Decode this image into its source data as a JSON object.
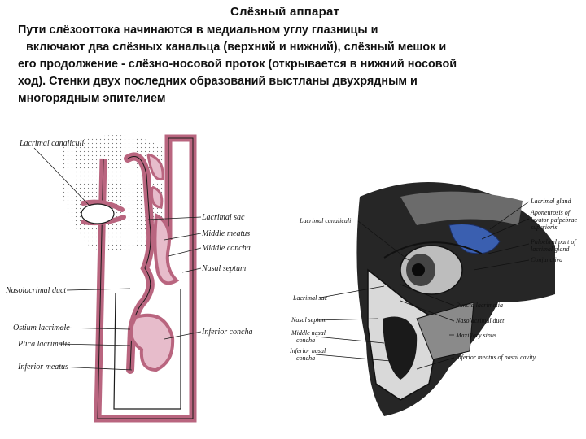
{
  "title": "Слёзный аппарат",
  "paragraph_lines": [
    "Пути слёзооттока  начинаются в медиальном углу глазницы и",
    "включают два слёзных канальца (верхний и нижний), слёзный мешок и",
    "его продолжение - слёзно-носовой проток (открывается в нижний носовой",
    "ход). Стенки двух последних образований выстланы двухрядным и",
    "многорядным эпителием"
  ],
  "left_figure": {
    "labels": {
      "lacrimal_canaliculi": "Lacrimal canaliculi",
      "lacrimal_sac": "Lacrimal sac",
      "middle_meatus": "Middle meatus",
      "middle_concha": "Middle concha",
      "nasolacrimal_duct": "Nasolacrimal duct",
      "nasal_septum": "Nasal septum",
      "ostium_lacrimale": "Ostium lacrimale",
      "inferior_concha": "Inferior concha",
      "plica_lacrimalis": "Plica lacrimalis",
      "inferior_meatus": "Inferior meatus"
    },
    "colors": {
      "tissue": "#b9657f",
      "tissue_light": "#e7bccb",
      "ink": "#1a1a1a"
    }
  },
  "right_figure": {
    "labels": {
      "lacrimal_gland": "Lacrimal gland",
      "aponeurosis_1": "Aponeurosis of",
      "aponeurosis_2": "levator palpebrae",
      "aponeurosis_3": "superioris",
      "lacrimal_canaliculi": "Lacrimal canaliculi",
      "palpebral_1": "Palpebral part of",
      "palpebral_2": "lacrimal gland",
      "conjunctiva": "Conjunctiva",
      "lacrimal_sac": "Lacrimal sac",
      "puncta_lacrimalia": "Puncta lacrimalia",
      "nasal_septum": "Nasal septum",
      "nasolacrimal_duct": "Nasolacrimal duct",
      "middle_nasal_1": "Middle nasal",
      "middle_nasal_2": "concha",
      "maxillary_sinus": "Maxillary sinus",
      "inferior_nasal_1": "Inferior nasal",
      "inferior_nasal_2": "concha",
      "inferior_meatus_nasal": "Inferior meatus of nasal cavity"
    },
    "colors": {
      "gland": "#3a5fb0",
      "ink": "#111111"
    }
  }
}
